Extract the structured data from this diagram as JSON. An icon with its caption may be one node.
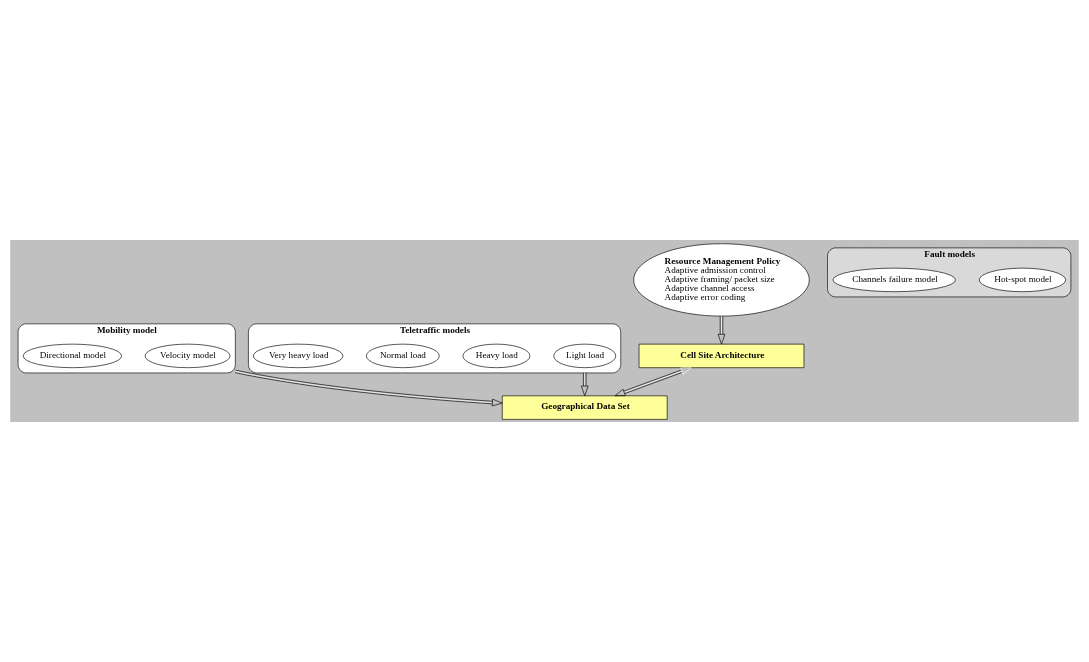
{
  "diagram": {
    "nodes": [
      {
        "text": [
          "Cell Site Architecture"
        ]
      },
      {
        "text": [
          "Fault models"
        ]
      },
      {
        "text": [
          "Hot-spot model"
        ],
        "in": 1
      },
      {
        "text": [
          "Channels failure model"
        ],
        "in": 1
      },
      {
        "text": [
          "Resource Management Policy",
          "Adaptive admission control",
          "Adaptive framing/ packet size",
          "Adaptive channel access",
          "Adaptive error coding"
        ]
      },
      {
        "text": [
          "Geographical Data Set"
        ]
      },
      {
        "text": [
          "Mobility model"
        ]
      },
      {
        "text": [
          "Velocity model"
        ],
        "in": 6
      },
      {
        "text": [
          "Directional model"
        ],
        "in": 6
      },
      {
        "text": [
          "Teletraffic models"
        ]
      },
      {
        "text": [
          "Light load"
        ],
        "in": 9
      },
      {
        "text": [
          "Heavy load"
        ],
        "in": 9
      },
      {
        "text": [
          "Normal load"
        ],
        "in": 9
      },
      {
        "text": [
          "Very heavy load"
        ],
        "in": 9
      }
    ],
    "edges": [
      {
        "from": 0,
        "to": 5,
        "arrow": "both"
      },
      {
        "from": 4,
        "to": 0,
        "arrow": "to"
      },
      {
        "from": 6,
        "to": 5,
        "arrow": "to"
      },
      {
        "from": 9,
        "to": 5,
        "arrow": "to"
      }
    ]
  }
}
